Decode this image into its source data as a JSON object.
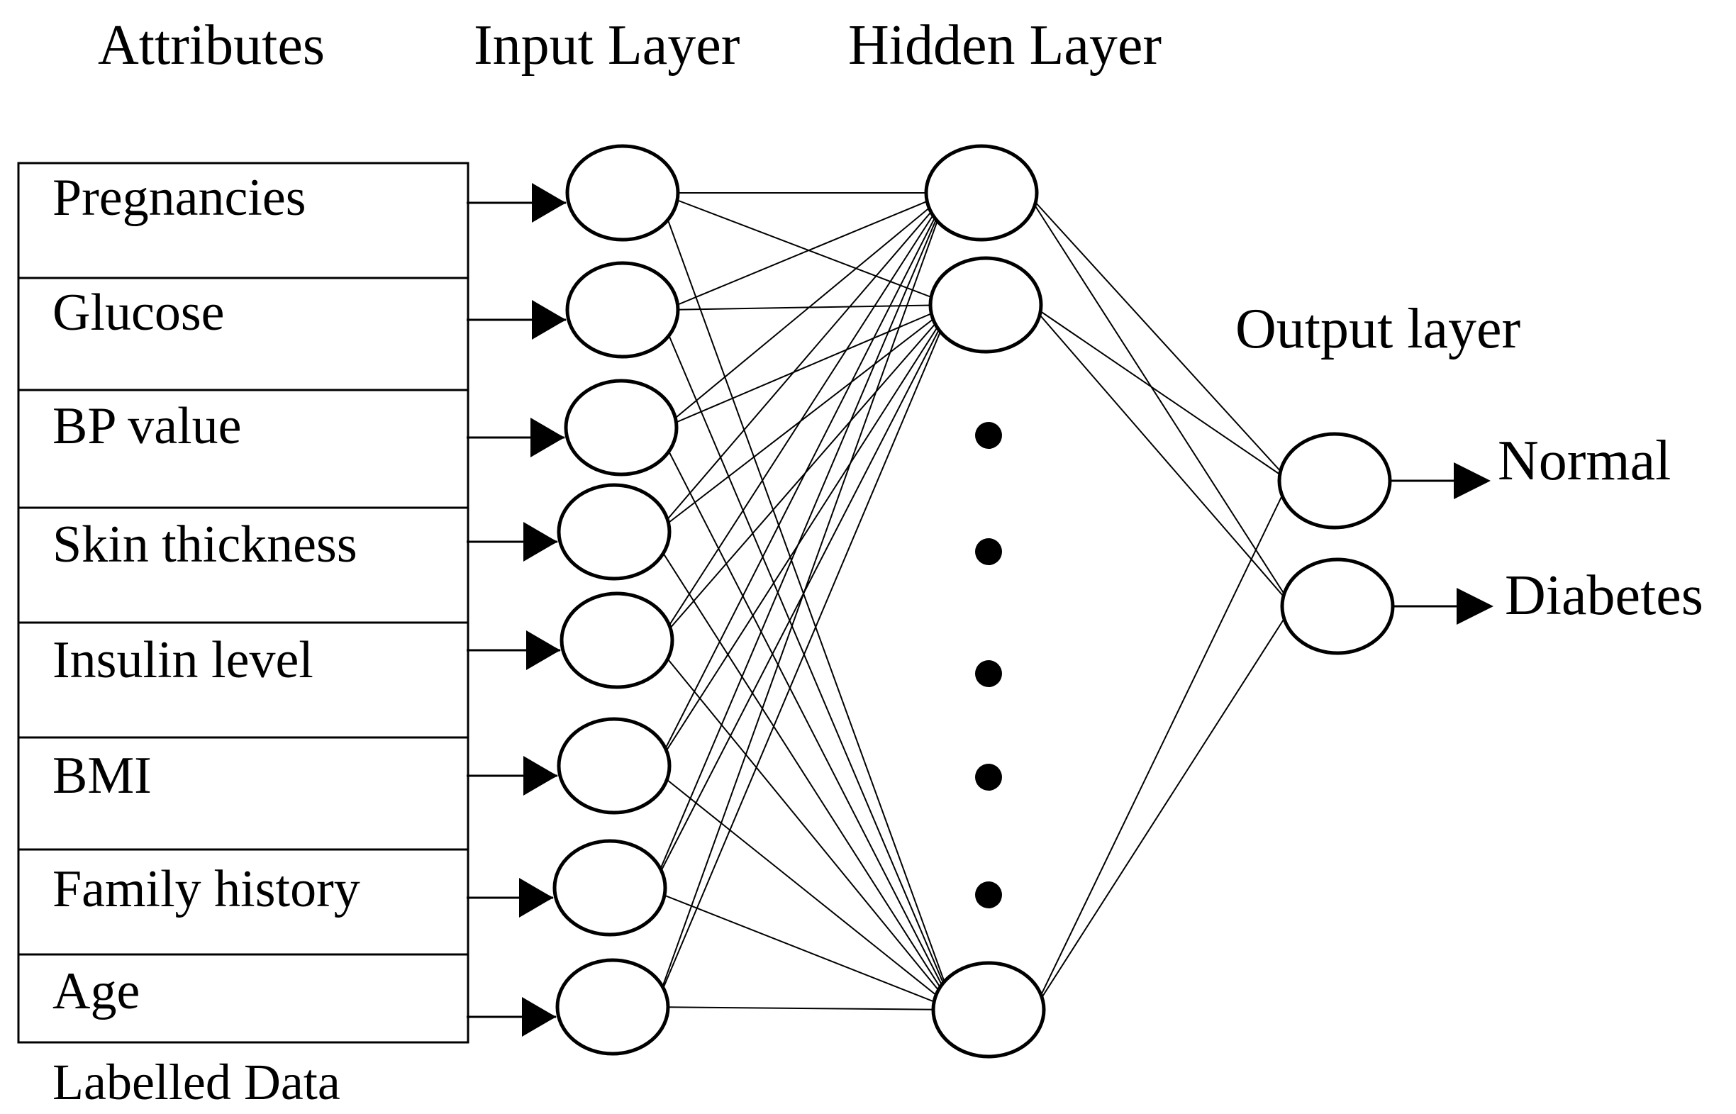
{
  "headings": {
    "attributes": "Attributes",
    "input_layer": "Input Layer",
    "hidden_layer": "Hidden Layer",
    "output_layer": "Output layer"
  },
  "table_caption": "Labelled Data",
  "attributes": [
    "Pregnancies",
    "Glucose",
    "BP value",
    "Skin thickness",
    "Insulin level",
    "BMI",
    "Family history",
    "Age"
  ],
  "outputs": [
    "Normal",
    "Diabetes"
  ],
  "network": {
    "input_nodes": 8,
    "hidden_nodes_drawn": 3,
    "hidden_ellipsis_dots": 5,
    "output_nodes": 2
  }
}
